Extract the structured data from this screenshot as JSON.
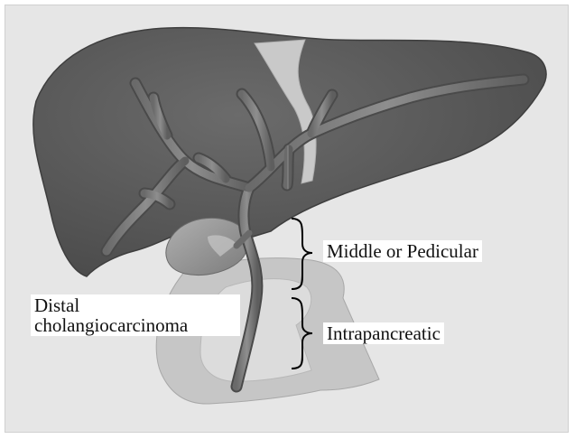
{
  "labels": {
    "middle": "Middle or Pedicular",
    "intrapancreatic": "Intrapancreatic",
    "distal_line1": "Distal",
    "distal_line2": "cholangiocarcinoma"
  },
  "colors": {
    "background": "#e6e6e6",
    "liver": "#5a5a5a",
    "ligament": "#c9c9c9",
    "ducts": "#7c7c7c",
    "gallbladder": "#9a9a9a",
    "pancreas": "#c6c6c6",
    "duodenum_inner": "#dcdcdc"
  }
}
